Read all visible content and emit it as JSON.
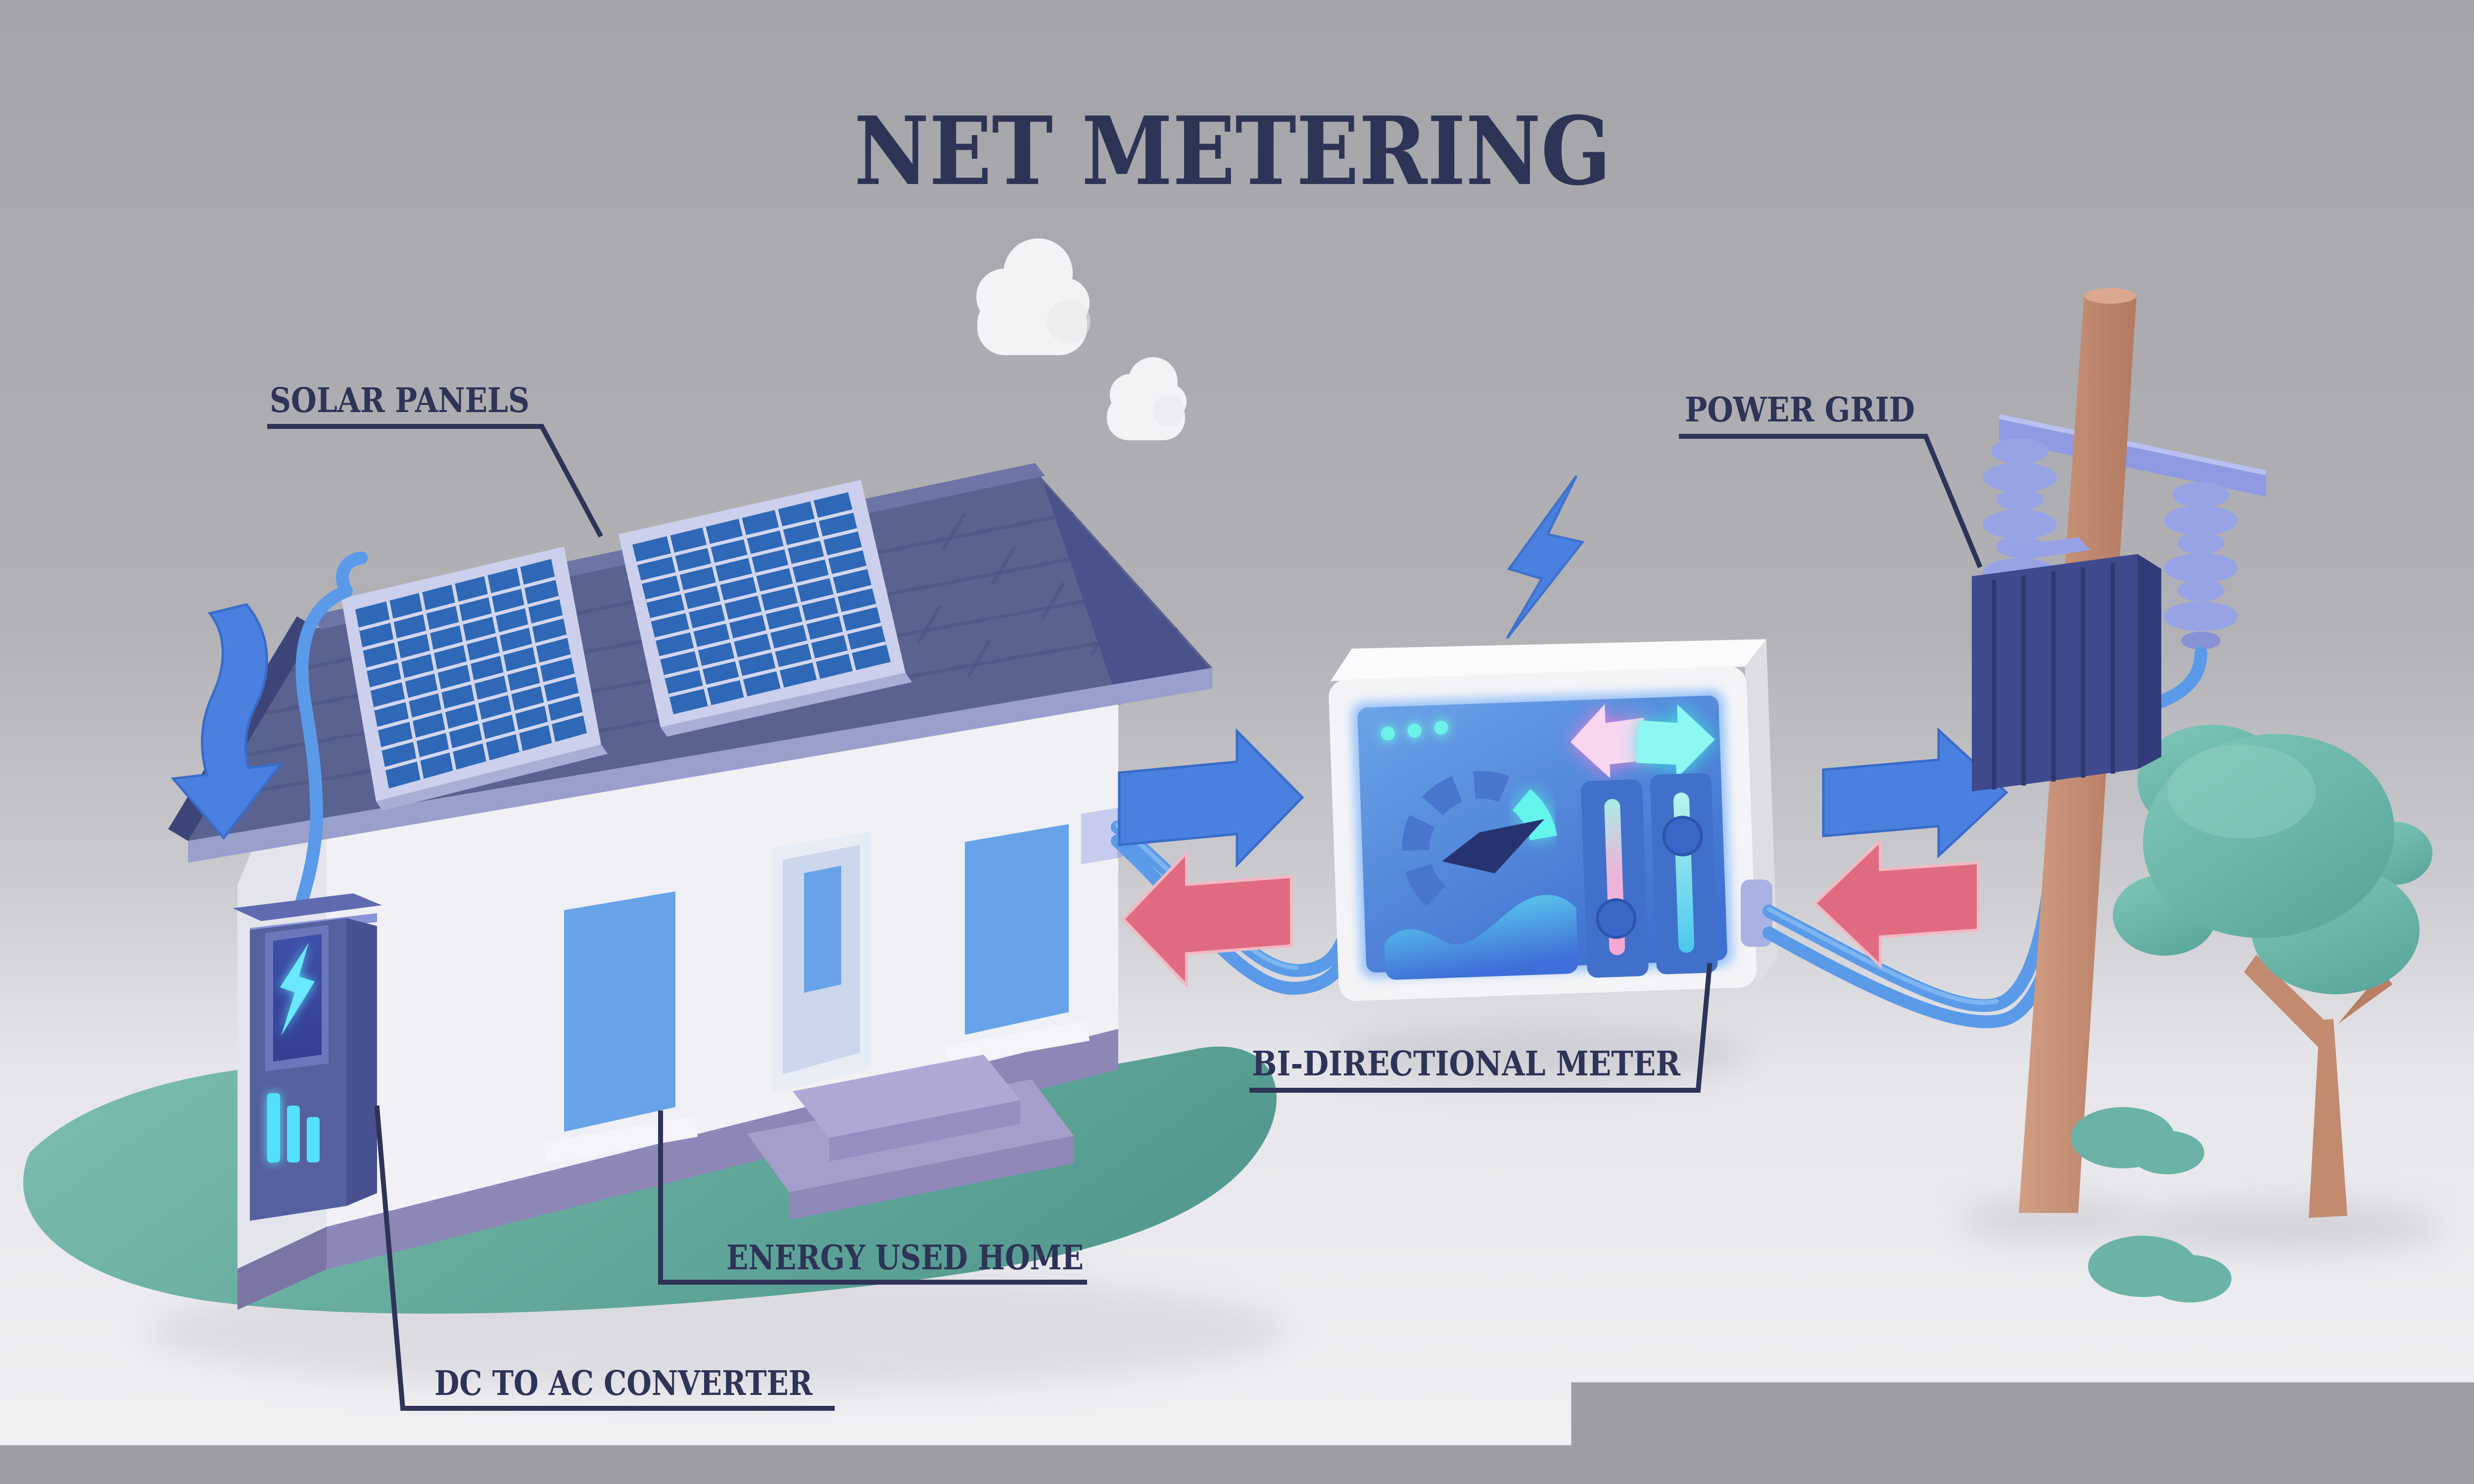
{
  "title": {
    "text": "NET METERING"
  },
  "labels": {
    "solar_panels": "SOLAR PANELS",
    "power_grid": "POWER GRID",
    "bidirectional_meter": "BI-DIRECTIONAL METER",
    "energy_used_home": "ENERGY USED HOME",
    "dc_to_ac_converter": "DC TO AC CONVERTER"
  },
  "icons": {
    "lightning_bolt": "zigzag-bolt",
    "down_arrow": "curved-down-arrow",
    "flow_arrow_right": "block-arrow-right",
    "flow_arrow_left": "block-arrow-left",
    "cloud": "puffy-cloud"
  },
  "colors": {
    "title_text": "#2d3456",
    "label_text": "#2e3357",
    "leader_line": "#2e3357",
    "arrow_blue": "#4a80e0",
    "arrow_red": "#e06b80",
    "roof": "#5a628f",
    "roof_gable": "#49528a",
    "panel_frame": "#ccd0ec",
    "panel_cell": "#2e68b6",
    "wall": "#f1f1f5",
    "base_purple": "#8d87b8",
    "window_blue": "#68a2e8",
    "ground_teal": "#6db5a8",
    "converter_body": "#55609f",
    "glow_cyan": "#54e0fc",
    "glow_pink": "#f6d2ee",
    "meter_screen": "#5b8fdc",
    "meter_frame": "#f4f4f7",
    "slider_pink": "#f0aad6",
    "knob_blue": "#3a66c8",
    "pole_tan": "#c6927a",
    "pole_hardware": "#97a2e6",
    "transformer": "#3f4a8e",
    "wire_blue": "#5a9ae8",
    "tree_canopy": "#6fbdb2",
    "tree_trunk": "#c28b70",
    "cloud_white": "#f3f3f6"
  }
}
